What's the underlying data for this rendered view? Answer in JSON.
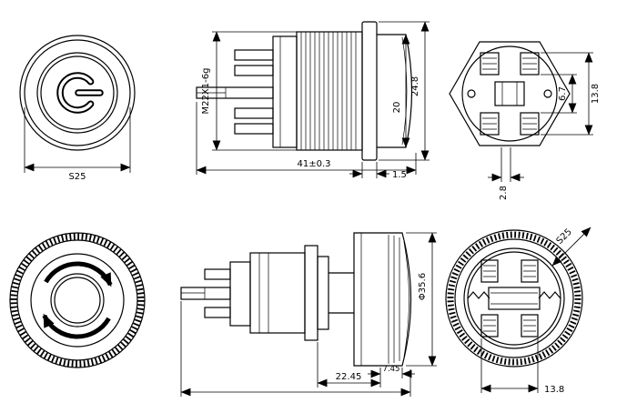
{
  "drawing": {
    "background": "#ffffff",
    "line_color": "#000000",
    "views": {
      "front_power": {
        "dim_across_flats": "S25"
      },
      "side_flat": {
        "thread_spec": "M22X1-6g",
        "dim_overall_length": "41±0.3",
        "dim_flange_dia": "24.8",
        "dim_head_dia": "20",
        "dim_flange_thickness": "1.5"
      },
      "rear_flat": {
        "dim_terminal_span": "13.8",
        "dim_terminal_gap": "6.7",
        "dim_terminal_width": "2.8"
      },
      "side_estop": {
        "dim_head_depth": "22.45",
        "dim_knurl_depth": "7.45",
        "dim_head_dia": "Φ35.6"
      },
      "rear_estop": {
        "dim_across_flats": "S25",
        "dim_terminal_span": "13.8"
      }
    }
  }
}
